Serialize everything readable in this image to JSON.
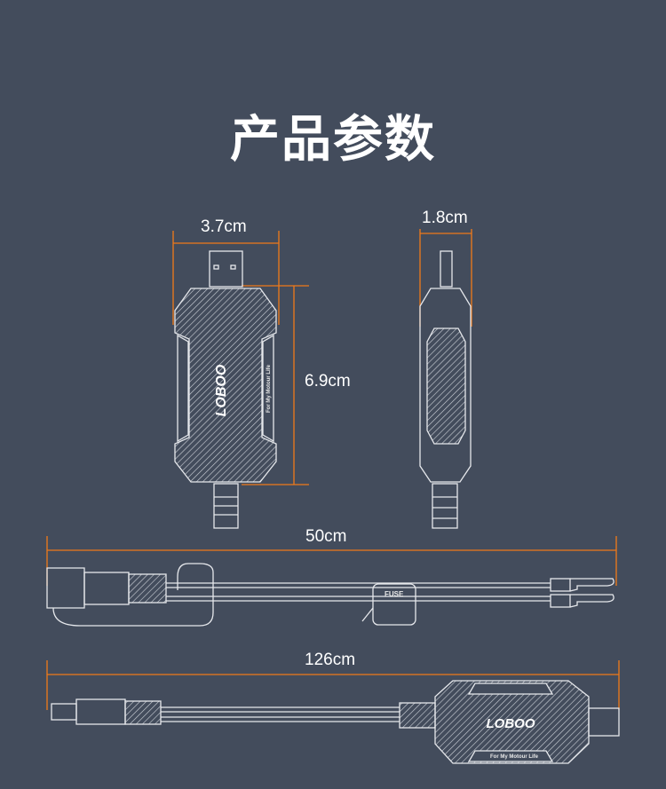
{
  "title": "产品参数",
  "dimensions": {
    "width": "3.7cm",
    "thickness": "1.8cm",
    "height": "6.9cm",
    "cable_short": "50cm",
    "cable_long": "126cm"
  },
  "product": {
    "brand_logo": "LOBOO",
    "tagline": "For My Motour Life",
    "fuse_label": "FUSE"
  },
  "colors": {
    "background": "#434c5c",
    "dimension_line": "#f07a1a",
    "line_art": "#e6e8ec"
  }
}
